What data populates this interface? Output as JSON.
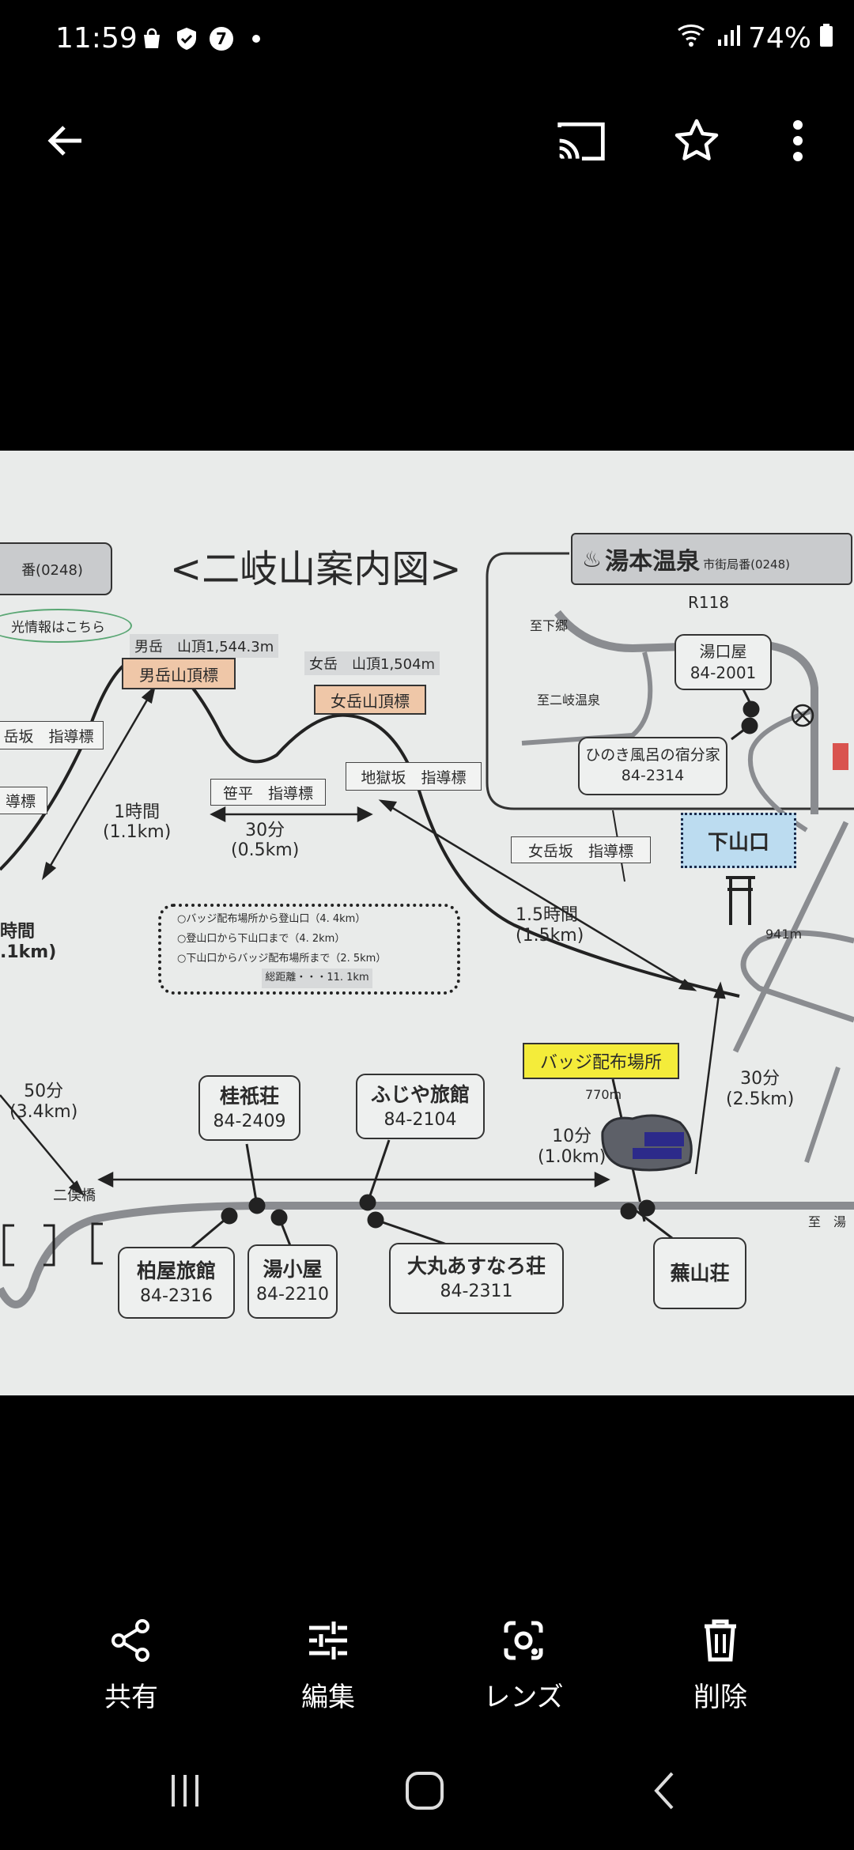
{
  "status_bar": {
    "time": "11:59",
    "battery": "74%",
    "icons": [
      "shopping-bag-icon",
      "shield-check-icon",
      "seven-eleven-icon",
      "dot-icon"
    ],
    "right_icons": [
      "wifi-icon",
      "signal-icon",
      "battery-icon"
    ]
  },
  "top_bar": {
    "icons": [
      "back-arrow-icon",
      "cast-icon",
      "star-icon",
      "more-vert-icon"
    ]
  },
  "photo": {
    "title": "<二岐山案内図>",
    "left_scroll": "番(0248)",
    "left_ellipse": "光情報はこちら",
    "otake_summit": "男岳　山頂1,544.3m",
    "otake_marker": "男岳山頂標",
    "metake_summit": "女岳　山頂1,504m",
    "metake_marker": "女岳山頂標",
    "signs": {
      "dake_zaka": "岳坂　指導標",
      "dohyo": "導標",
      "sasadaira": "笹平　指導標",
      "jigokuzaka": "地獄坂　指導標",
      "metakezaka": "女岳坂　指導標"
    },
    "times": {
      "t1": [
        "1時間",
        "(1.1km)"
      ],
      "t2": [
        "30分",
        "(0.5km)"
      ],
      "t3": [
        "1.5時間",
        "(1.5km)"
      ],
      "t4": [
        "時間",
        ".1km)"
      ],
      "t5": [
        "50分",
        "(3.4km)"
      ],
      "t6": [
        "30分",
        "(2.5km)"
      ],
      "t7": [
        "10分",
        "(1.0km)"
      ]
    },
    "yumoto": {
      "title": "湯本温泉",
      "sub": "市街局番(0248)",
      "route": "R118",
      "to_shimogo": "至下郷",
      "to_futamata": "至二岐温泉"
    },
    "inns_top": [
      {
        "name": "湯口屋",
        "phone": "84-2001"
      },
      {
        "name": "ひのき風呂の宿分家",
        "phone": "84-2314"
      }
    ],
    "gezanguchi": "下山口",
    "elevation_941": "941m",
    "info_box": [
      "○バッジ配布場所から登山口（4. 4km）",
      "○登山口から下山口まで（4. 2km）",
      "○下山口からバッジ配布場所まで（2. 5km）",
      "総距離・・・11. 1km"
    ],
    "badge_place": "バッジ配布場所",
    "elevation_770": "770m",
    "bridge": "二俣橋",
    "to_yu": "至　湯",
    "inns_bottom": [
      {
        "name": "桂祇荘",
        "phone": "84-2409"
      },
      {
        "name": "ふじや旅館",
        "phone": "84-2104"
      },
      {
        "name": "柏屋旅館",
        "phone": "84-2316"
      },
      {
        "name": "湯小屋",
        "phone": "84-2210"
      },
      {
        "name": "大丸あすなろ荘",
        "phone": "84-2311"
      },
      {
        "name": "蕪山荘",
        "phone": ""
      }
    ]
  },
  "bottom_actions": [
    {
      "label": "共有",
      "icon": "share-icon"
    },
    {
      "label": "編集",
      "icon": "edit-sliders-icon"
    },
    {
      "label": "レンズ",
      "icon": "lens-icon"
    },
    {
      "label": "削除",
      "icon": "trash-icon"
    }
  ],
  "nav_bar": {
    "icons": [
      "recents-icon",
      "home-icon",
      "back-icon"
    ]
  },
  "colors": {
    "background": "#000000",
    "paper": "#e9ebea",
    "marker_fill": "#efc7a8",
    "badge_fill": "#f4ec3a",
    "exit_fill": "#bcdcf0"
  }
}
